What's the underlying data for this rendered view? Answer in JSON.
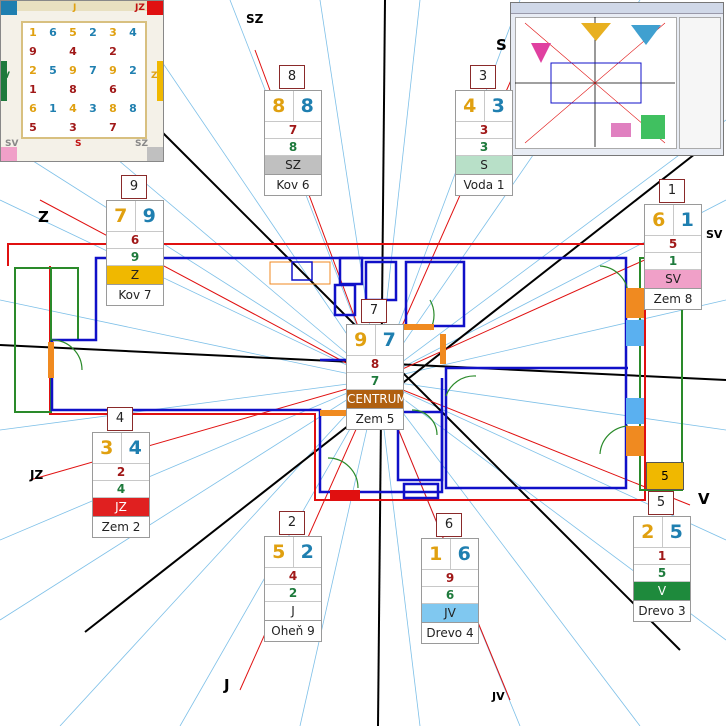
{
  "colors": {
    "n_yellow": "#e0a010",
    "n_blue": "#1f7fb0",
    "n_red": "#a01818",
    "n_green": "#1e7a3c",
    "wall_blue": "#1010c8",
    "wall_red": "#e01010",
    "wall_green": "#2a8a2a"
  },
  "directions": [
    {
      "id": "sz",
      "label": "SZ",
      "color": "#111111"
    },
    {
      "id": "s",
      "label": "S",
      "color": "#d01010"
    },
    {
      "id": "sv",
      "label": "SV",
      "color": "#111111"
    },
    {
      "id": "z",
      "label": "Z",
      "color": "#d01010"
    },
    {
      "id": "v",
      "label": "V",
      "color": "#d01010"
    },
    {
      "id": "jz",
      "label": "JZ",
      "color": "#111111"
    },
    {
      "id": "j",
      "label": "J",
      "color": "#d01010"
    },
    {
      "id": "jv",
      "label": "JV",
      "color": "#111111"
    }
  ],
  "cells": [
    {
      "id": "sz",
      "index": "8",
      "a": "8",
      "b": "8",
      "c": "7",
      "d": "8",
      "dir": "SZ",
      "dir_bg": "#c0c0c0",
      "elem": "Kov 6"
    },
    {
      "id": "s",
      "index": "3",
      "a": "4",
      "b": "3",
      "c": "3",
      "d": "3",
      "dir": "S",
      "dir_bg": "#b8e0c8",
      "elem": "Voda 1"
    },
    {
      "id": "z",
      "index": "9",
      "a": "7",
      "b": "9",
      "c": "6",
      "d": "9",
      "dir": "Z",
      "dir_bg": "#f0b800",
      "elem": "Kov 7"
    },
    {
      "id": "sv",
      "index": "1",
      "a": "6",
      "b": "1",
      "c": "5",
      "d": "1",
      "dir": "SV",
      "dir_bg": "#f0a0c8",
      "elem": "Zem 8"
    },
    {
      "id": "c",
      "index": "7",
      "a": "9",
      "b": "7",
      "c": "8",
      "d": "7",
      "dir": "CENTRUM",
      "dir_bg": "#b06010",
      "elem": "Zem 5"
    },
    {
      "id": "jz",
      "index": "4",
      "a": "3",
      "b": "4",
      "c": "2",
      "d": "4",
      "dir": "JZ",
      "dir_bg": "#e02020",
      "elem": "Zem 2"
    },
    {
      "id": "j",
      "index": "2",
      "a": "5",
      "b": "2",
      "c": "4",
      "d": "2",
      "dir": "J",
      "dir_bg": "#ffffff",
      "elem": "Oheň 9"
    },
    {
      "id": "jv",
      "index": "6",
      "a": "1",
      "b": "6",
      "c": "9",
      "d": "6",
      "dir": "JV",
      "dir_bg": "#80c8f0",
      "elem": "Drevo 4"
    },
    {
      "id": "v",
      "index": "5",
      "a": "2",
      "b": "5",
      "c": "1",
      "d": "5",
      "dir": "V",
      "dir_bg": "#1e8a3c",
      "elem": "Drevo 3"
    }
  ],
  "v_marker": "5",
  "inset": {
    "rows": [
      [
        "1",
        "6",
        "5",
        "2",
        "3",
        "4"
      ],
      [
        "9",
        "",
        "4",
        "",
        "2",
        ""
      ],
      [
        "2",
        "5",
        "9",
        "7",
        "9",
        "2"
      ],
      [
        "1",
        "",
        "8",
        "",
        "6",
        ""
      ],
      [
        "6",
        "1",
        "4",
        "3",
        "8",
        "8"
      ],
      [
        "5",
        "",
        "3",
        "",
        "7",
        ""
      ]
    ],
    "labels": {
      "jv": "JV",
      "j": "J",
      "jz": "JZ",
      "v": "V",
      "z": "Z",
      "sv": "SV",
      "s": "S",
      "sz": "SZ"
    }
  }
}
